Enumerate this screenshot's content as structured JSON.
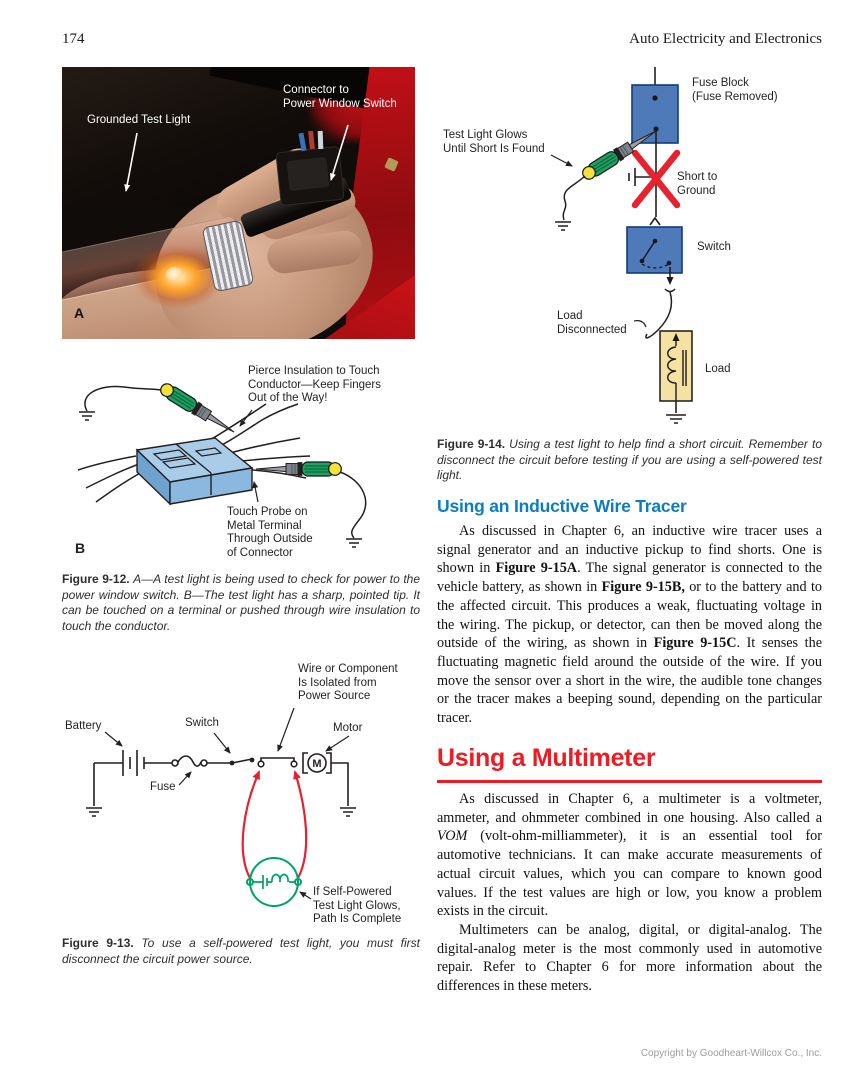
{
  "page": {
    "number": "174",
    "running_head": "Auto Electricity and Electronics",
    "footer": "Copyright by Goodheart-Willcox Co., Inc."
  },
  "fig912": {
    "photo": {
      "label_test_light": "Grounded Test Light",
      "label_connector": "Connector to\nPower Window Switch",
      "sub_label": "A"
    },
    "diagram": {
      "label_pierce": "Pierce Insulation to Touch\nConductor—Keep Fingers\nOut of the Way!",
      "label_touch": "Touch Probe on\nMetal Terminal\nThrough Outside\nof Connector",
      "sub_label": "B"
    },
    "caption": {
      "lead": "Figure 9-12.",
      "text": "A—A test light is being used to check for power to the power window switch. B—The test light has a sharp, pointed tip. It can be touched on a terminal or pushed through wire insulation to touch the conductor."
    }
  },
  "fig913": {
    "labels": {
      "battery": "Battery",
      "switch": "Switch",
      "fuse": "Fuse",
      "motor": "Motor",
      "motor_letter": "M",
      "isolated": "Wire or Component\nIs Isolated from\nPower Source",
      "glows": "If Self-Powered\nTest Light Glows,\nPath Is Complete"
    },
    "caption": {
      "lead": "Figure 9-13.",
      "text": "To use a self-powered test light, you must first disconnect the circuit power source."
    }
  },
  "fig914": {
    "labels": {
      "fuse_block": "Fuse Block\n(Fuse Removed)",
      "test_light": "Test Light Glows\nUntil Short Is Found",
      "short_to_ground": "Short to\nGround",
      "switch": "Switch",
      "load_disconnected": "Load\nDisconnected",
      "load": "Load"
    },
    "caption": {
      "lead": "Figure 9-14.",
      "text": "Using a test light to help find a short circuit. Remember to disconnect the circuit before testing if you are using a self-powered test light."
    }
  },
  "sections": {
    "inductive": {
      "heading": "Using an Inductive Wire Tracer",
      "paragraph": [
        {
          "t": "As discussed in Chapter 6, an inductive wire tracer uses a signal generator and an inductive pickup to find shorts. One is shown in "
        },
        {
          "t": "Figure 9-15A",
          "b": true
        },
        {
          "t": ". The signal generator is connected to the vehicle battery, as shown in "
        },
        {
          "t": "Figure 9-15B,",
          "b": true
        },
        {
          "t": " or to the battery and to the affected circuit. This produces a weak, fluctuating voltage in the wiring. The pickup, or detector, can then be moved along the outside of the wiring, as shown in "
        },
        {
          "t": "Figure 9-15C",
          "b": true
        },
        {
          "t": ". It senses the fluctuating magnetic field around the outside of the wire. If you move the sensor over a short in the wire, the audible tone changes or the tracer makes a beeping sound, depending on the particular tracer."
        }
      ]
    },
    "multimeter": {
      "heading": "Using a Multimeter",
      "para1": [
        {
          "t": "As discussed in Chapter 6, a multimeter is a voltmeter, ammeter, and ohmmeter combined in one housing. Also called a "
        },
        {
          "t": "VOM",
          "i": true
        },
        {
          "t": " (volt-ohm-milliammeter), it is an essential tool for automotive technicians. It can make accurate measurements of actual circuit values, which you can compare to known good values. If the test values are high or low, you know a problem exists in the circuit."
        }
      ],
      "para2": "Multimeters can be analog, digital, or digital-analog. The digital-analog meter is the most commonly used in automotive repair. Refer to Chapter 6 for more information about the differences in these meters."
    }
  },
  "accents": {
    "heading_blue": "#0d7dc1",
    "heading_red": "#ed1c24",
    "diagram_blue_fill": "#4f7aba",
    "diagram_light_blue": "#a9cde9",
    "load_yellow": "#f5e2a3",
    "wire_red": "#e8212e",
    "tracer_green": "#00a266",
    "handle_green": "#1ea05e",
    "cap_yellow": "#f4e23a"
  }
}
